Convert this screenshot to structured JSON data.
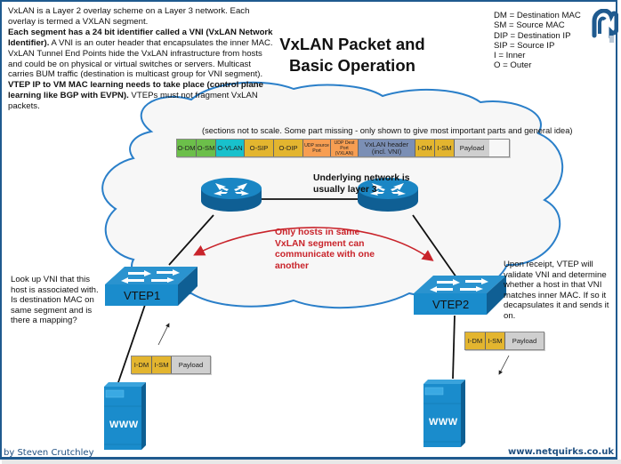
{
  "title": "VxLAN Packet and Basic Operation",
  "intro": {
    "p1": "VxLAN is a Layer 2 overlay scheme on a Layer 3 network.  Each overlay is termed a VXLAN segment.",
    "p2_bold": "Each segment has a 24 bit identifier called a VNI (VxLAN Network Identifier).",
    "p2_rest": " A VNI is an outer header that encapsulates the inner MAC. VxLAN Tunnel End Points hide the VxLAN infrastructure from hosts and could be on physical or virtual switches or servers. Multicast carries BUM traffic (destination is multicast group for VNI segment). ",
    "p3_bold": "VTEP IP to VM MAC learning needs to take place (control plane learning like BGP with EVPN).",
    "p3_rest": " VTEPs must not fragment VxLAN packets."
  },
  "legend": [
    "DM = Destination MAC",
    "SM = Source MAC",
    "DIP = Destination IP",
    "SIP = Source IP",
    "I = Inner",
    "O = Outer"
  ],
  "packet_note": "(sections not to scale. Some part missing - only shown to give most important parts and general idea)",
  "packet": [
    {
      "label": "O-DM",
      "color": "#6cbf4a"
    },
    {
      "label": "O-SM",
      "color": "#6cbf4a"
    },
    {
      "label": "O-VLAN",
      "color": "#18c1cc"
    },
    {
      "label": "O-SIP",
      "color": "#e3b52f"
    },
    {
      "label": "O-DIP",
      "color": "#e3b52f"
    },
    {
      "label": "UDP source Port",
      "color": "#f79e52"
    },
    {
      "label": "UDP Dest Port (VXLAN)",
      "color": "#f79e52"
    },
    {
      "label": "VxLAN header (incl. VNI)",
      "color": "#7b8fb5"
    },
    {
      "label": "I-DM",
      "color": "#e3b52f"
    },
    {
      "label": "I-SM",
      "color": "#e3b52f"
    },
    {
      "label": "Payload",
      "color": "#cfcfcf"
    }
  ],
  "inner_packet": [
    {
      "label": "I-DM",
      "color": "#e3b52f"
    },
    {
      "label": "I-SM",
      "color": "#e3b52f"
    },
    {
      "label": "Payload",
      "color": "#cfcfcf"
    }
  ],
  "underlay_note": "Underlying network is usually layer 3",
  "segment_note": "Only hosts in same VxLAN segment can communicate with one another",
  "left_note": "Look up VNI that this host is associated with. Is destination MAC on same segment and is there a mapping?",
  "right_note": "Upon receipt, VTEP will validate VNI and determine whether a host in that VNI matches inner MAC. If so it decapsulates it and sends it on.",
  "vtep1": "VTEP1",
  "vtep2": "VTEP2",
  "server_label": "WWW",
  "footer": {
    "author": "by Steven Crutchley",
    "site": "www.netquirks.co.uk"
  },
  "colors": {
    "frame": "#1f5a8f",
    "cloud_stroke": "#2a7fc9",
    "device_blue": "#1a8ccc",
    "accent_red": "#c9242b"
  }
}
